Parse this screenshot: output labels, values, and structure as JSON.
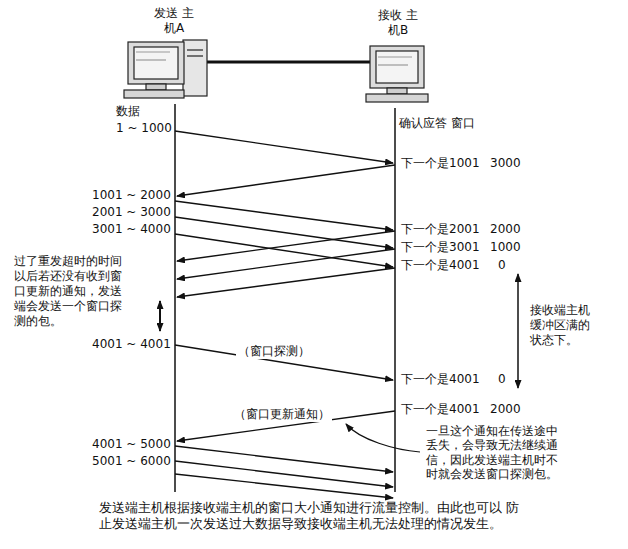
{
  "diagram": {
    "caption": "发送端主机根据接收端主机的窗口大小通知进行流量控制。由此也可以 防止发送端主机一次发送过大数据导致接收端主机无法处理的情况发生。",
    "labels": [
      "发送 主机A",
      "接收 主机B",
      "数据",
      "1 ~ 1000",
      "确认应答 窗口",
      "下一个是1001",
      "3000",
      "1001 ~ 2000",
      "2001 ~ 3000",
      "3001 ~ 4000",
      "下一个是2001",
      "2000",
      "下一个是3001",
      "1000",
      "下一个是4001",
      "0",
      "过了重发超时的时间 以后若还没有收到窗 口更新的通知，发送 端会发送一个窗口探 测的包。",
      "接收端主机 缓冲区满的 状态下。",
      "4001 ~ 4001",
      "（窗口探测）",
      "下一个是4001",
      "0",
      "下一个是4001",
      "2000",
      "（窗口更新通知）",
      "一旦这个通知在传送途中 丢失，会导致无法继续通 信，因此发送端主机时不 时就会发送窗口探测包。",
      "4001 ~ 5000",
      "5001 ~ 6000"
    ]
  }
}
